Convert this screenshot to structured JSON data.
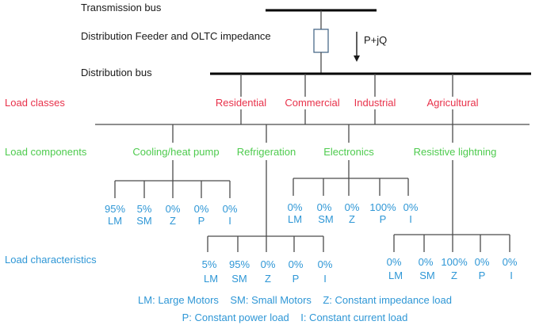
{
  "labels": {
    "transmission_bus": "Transmission bus",
    "feeder": "Distribution Feeder and OLTC impedance",
    "power_flow": "P+jQ",
    "distribution_bus": "Distribution bus",
    "load_classes": "Load classes",
    "load_components": "Load components",
    "load_characteristics": "Load characteristics"
  },
  "classes": [
    "Residential",
    "Commercial",
    "Industrial",
    "Agricultural"
  ],
  "components": [
    "Cooling/heat pump",
    "Refrigeration",
    "Electronics",
    "Resistive lightning"
  ],
  "groups": [
    {
      "component": "Cooling/heat pump",
      "items": [
        {
          "pct": "95%",
          "code": "LM"
        },
        {
          "pct": "5%",
          "code": "SM"
        },
        {
          "pct": "0%",
          "code": "Z"
        },
        {
          "pct": "0%",
          "code": "P"
        },
        {
          "pct": "0%",
          "code": "I"
        }
      ]
    },
    {
      "component": "Electronics",
      "items": [
        {
          "pct": "0%",
          "code": "LM"
        },
        {
          "pct": "0%",
          "code": "SM"
        },
        {
          "pct": "0%",
          "code": "Z"
        },
        {
          "pct": "100%",
          "code": "P"
        },
        {
          "pct": "0%",
          "code": "I"
        }
      ]
    },
    {
      "component": "Refrigeration",
      "items": [
        {
          "pct": "5%",
          "code": "LM"
        },
        {
          "pct": "95%",
          "code": "SM"
        },
        {
          "pct": "0%",
          "code": "Z"
        },
        {
          "pct": "0%",
          "code": "P"
        },
        {
          "pct": "0%",
          "code": "I"
        }
      ]
    },
    {
      "component": "Resistive lightning",
      "items": [
        {
          "pct": "0%",
          "code": "LM"
        },
        {
          "pct": "0%",
          "code": "SM"
        },
        {
          "pct": "100%",
          "code": "Z"
        },
        {
          "pct": "0%",
          "code": "P"
        },
        {
          "pct": "0%",
          "code": "I"
        }
      ]
    }
  ],
  "legend": {
    "line1": "LM: Large Motors    SM: Small Motors    Z: Constant impedance load",
    "line2": "P: Constant power load    I: Constant current load"
  },
  "colors": {
    "class_label": "#e8314a",
    "component_label": "#4ecb4e",
    "characteristic_label": "#2f97d6",
    "bus": "#000000"
  }
}
